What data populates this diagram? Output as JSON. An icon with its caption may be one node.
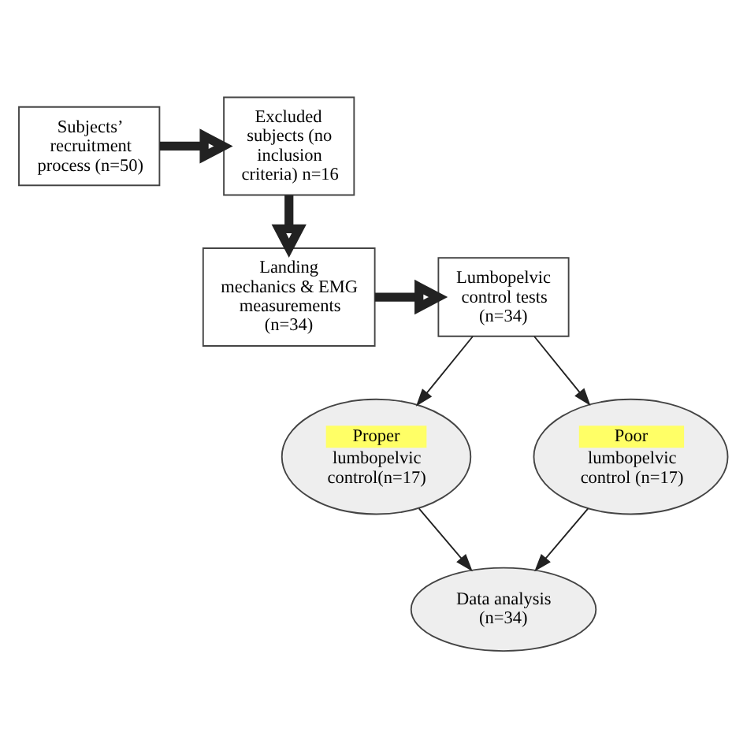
{
  "diagram": {
    "nodes": [
      {
        "text": [
          "Subjects’ recruitment process (n=50)"
        ]
      },
      {
        "text": [
          "Excluded subjects (no inclusion criteria) n=16"
        ]
      },
      {
        "text": [
          "Landing mechanics & EMG measurements (n=34)"
        ]
      },
      {
        "text": [
          "Lumbopelvic control tests (n=34)"
        ]
      },
      {
        "text": [
          "Proper",
          "lumbopelvic control(n=17)"
        ]
      },
      {
        "text": [
          "Poor",
          "lumbopelvic control (n=17)"
        ]
      },
      {
        "text": [
          "Data analysis (n=34)"
        ]
      }
    ],
    "edges": [
      {
        "from": 0,
        "to": 1,
        "arrow": "to",
        "style": "thick"
      },
      {
        "from": 1,
        "to": 2,
        "arrow": "to",
        "style": "thick"
      },
      {
        "from": 2,
        "to": 3,
        "arrow": "to",
        "style": "thick"
      },
      {
        "from": 3,
        "to": 4,
        "arrow": "to"
      },
      {
        "from": 3,
        "to": 5,
        "arrow": "to"
      },
      {
        "from": 4,
        "to": 6,
        "arrow": "to"
      },
      {
        "from": 5,
        "to": 6,
        "arrow": "to"
      }
    ]
  }
}
